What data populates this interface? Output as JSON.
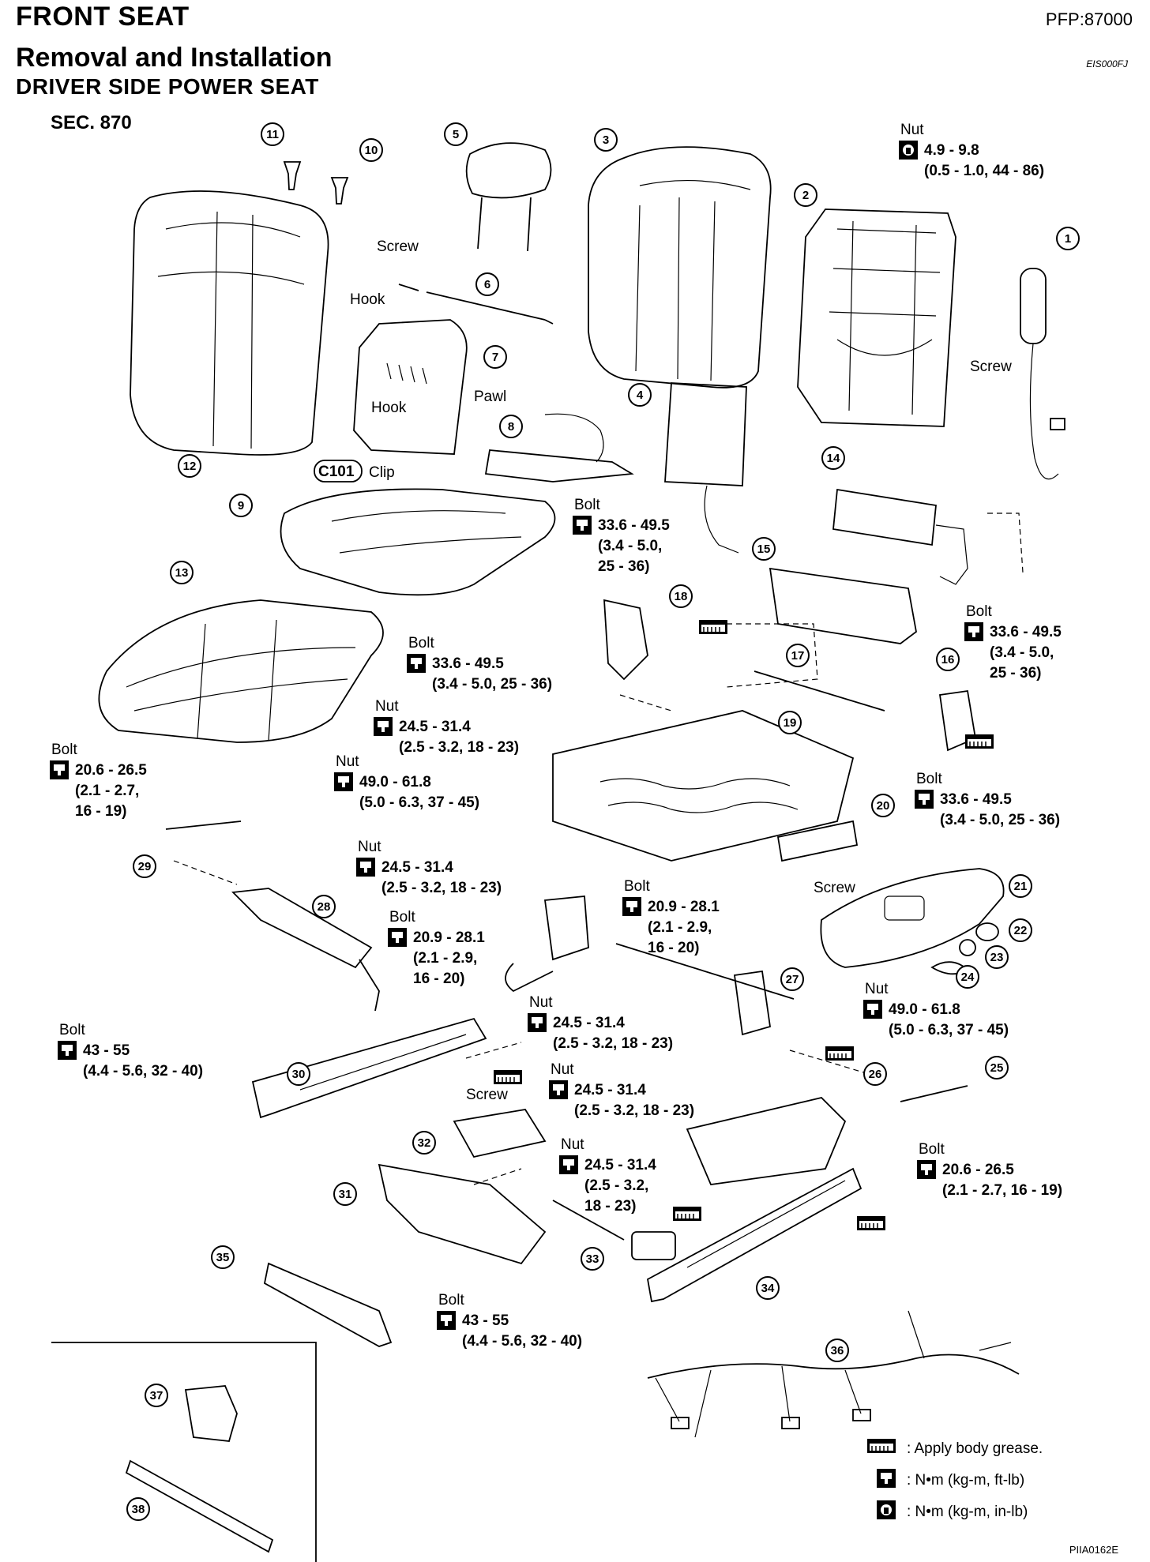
{
  "header": {
    "title": "FRONT SEAT",
    "pfp": "PFP:87000",
    "subtitle": "Removal and Installation",
    "section": "DRIVER SIDE POWER SEAT",
    "doc_code": "EIS000FJ",
    "sec_label": "SEC. 870"
  },
  "callouts": [
    "1",
    "2",
    "3",
    "4",
    "5",
    "6",
    "7",
    "8",
    "9",
    "10",
    "11",
    "12",
    "13",
    "14",
    "15",
    "16",
    "17",
    "18",
    "19",
    "20",
    "21",
    "22",
    "23",
    "24",
    "25",
    "26",
    "27",
    "28",
    "29",
    "30",
    "31",
    "32",
    "33",
    "34",
    "35",
    "36",
    "37",
    "38"
  ],
  "labels": {
    "screw": "Screw",
    "hook": "Hook",
    "pawl": "Pawl",
    "clip": "Clip",
    "c101": "C101",
    "bolt": "Bolt",
    "nut": "Nut"
  },
  "torque_specs": [
    {
      "label": "Nut",
      "line1": "4.9 - 9.8",
      "line2": "(0.5 - 1.0, 44 - 86)",
      "line3": ""
    },
    {
      "label": "Bolt",
      "line1": "33.6 - 49.5",
      "line2": "(3.4 - 5.0,",
      "line3": "25 - 36)"
    },
    {
      "label": "Bolt",
      "line1": "33.6 - 49.5",
      "line2": "(3.4 - 5.0, 25 - 36)",
      "line3": ""
    },
    {
      "label": "Bolt",
      "line1": "33.6 - 49.5",
      "line2": "(3.4 - 5.0,",
      "line3": "25 - 36)"
    },
    {
      "label": "Nut",
      "line1": "24.5 - 31.4",
      "line2": "(2.5 - 3.2, 18 - 23)",
      "line3": ""
    },
    {
      "label": "Bolt",
      "line1": "20.6 - 26.5",
      "line2": "(2.1 - 2.7,",
      "line3": "16 - 19)"
    },
    {
      "label": "Nut",
      "line1": "49.0 - 61.8",
      "line2": "(5.0 - 6.3, 37 - 45)",
      "line3": ""
    },
    {
      "label": "Bolt",
      "line1": "33.6 - 49.5",
      "line2": "(3.4 - 5.0, 25 - 36)",
      "line3": ""
    },
    {
      "label": "Nut",
      "line1": "24.5 - 31.4",
      "line2": "(2.5 - 3.2, 18 - 23)",
      "line3": ""
    },
    {
      "label": "Bolt",
      "line1": "20.9 - 28.1",
      "line2": "(2.1 - 2.9,",
      "line3": "16 - 20)"
    },
    {
      "label": "Bolt",
      "line1": "20.9 - 28.1",
      "line2": "(2.1 - 2.9,",
      "line3": "16 - 20)"
    },
    {
      "label": "Nut",
      "line1": "49.0 - 61.8",
      "line2": "(5.0 - 6.3, 37 - 45)",
      "line3": ""
    },
    {
      "label": "Nut",
      "line1": "24.5 - 31.4",
      "line2": "(2.5 - 3.2, 18 - 23)",
      "line3": ""
    },
    {
      "label": "Bolt",
      "line1": "43 - 55",
      "line2": "(4.4 - 5.6, 32 - 40)",
      "line3": ""
    },
    {
      "label": "Nut",
      "line1": "24.5 - 31.4",
      "line2": "(2.5 - 3.2, 18 - 23)",
      "line3": ""
    },
    {
      "label": "Nut",
      "line1": "24.5 - 31.4",
      "line2": "(2.5 - 3.2,",
      "line3": "18 - 23)"
    },
    {
      "label": "Bolt",
      "line1": "20.6 - 26.5",
      "line2": "(2.1 - 2.7, 16 - 19)",
      "line3": ""
    },
    {
      "label": "Bolt",
      "line1": "43 - 55",
      "line2": "(4.4 - 5.6, 32 - 40)",
      "line3": ""
    }
  ],
  "legend": [
    {
      "icon": "body-grease-icon",
      "text": ": Apply body grease."
    },
    {
      "icon": "torque-ftlb-icon",
      "text": ": N•m (kg-m, ft-lb)"
    },
    {
      "icon": "torque-inlb-icon",
      "text": ": N•m (kg-m, in-lb)"
    }
  ],
  "figure_code": "PIIA0162E"
}
